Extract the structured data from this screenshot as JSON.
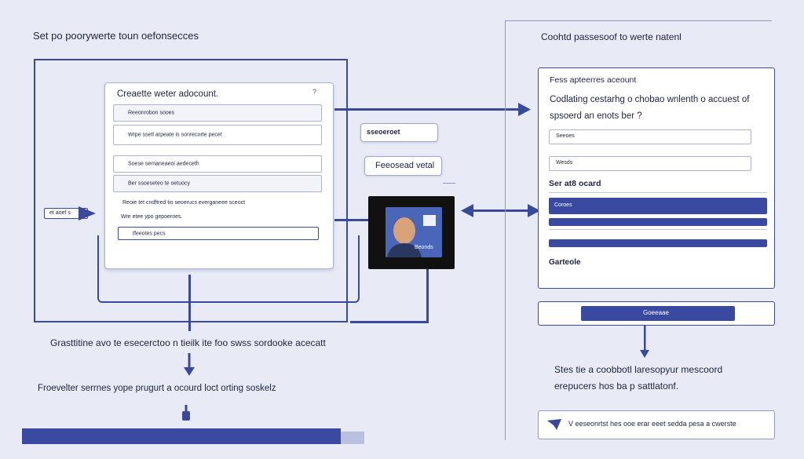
{
  "left_heading": "Set po poorywerte toun oefonsecces",
  "create_card": {
    "title": "Creaette weter adocount.",
    "fields": [
      "Reeonrobon sooes",
      "Wrpe ssetl arpeate is sonrecorte pecet",
      "Soese semaneaeoi aedeceth",
      "Ber ssoeseteo te oetuocy"
    ],
    "help_line1": "Reoie tet cndftred tio seoerucs everganeee sceoct",
    "help_line2": "Wre etee ypo gepoeroes.",
    "input_value": "tfeeotes pecs"
  },
  "left_tag": "et aoef s",
  "box_middle_1": "sseoeroet",
  "box_middle_2": "Feeosead vetal",
  "photo_badge": "Beonds",
  "caption_mid": "Grasttitine avo te esecerctoo n tieilk ite foo swss sordooke acecatt",
  "caption_bottom": "Froevelter serrnes yope prugurt a ocourd loct orting soskelz",
  "right_heading": "Coohtd passesoof to werte natenl",
  "right_card": {
    "title": "Fess apteerres aceount",
    "desc_line1": "Codlating cestarhg o chobao wnlenth o accuest of",
    "desc_line2": "spsoerd an enots ber ?",
    "input1": "Seeoes",
    "input2": "Wesds",
    "section": "Ser at8 ocard",
    "selected": "Coroes",
    "footer": "Garteole"
  },
  "bottom_button": "Goeeaae",
  "right_caption_1": "Stes tie a coobbotl laresopyur mescoord",
  "right_caption_2": "erepucers hos ba p sattlatonf.",
  "right_message": "V eeseonrtst hes ooe erar eeet sedda pesa a cwerste",
  "colors": {
    "accent": "#3a4aa0",
    "bg": "#e8ebf5"
  }
}
